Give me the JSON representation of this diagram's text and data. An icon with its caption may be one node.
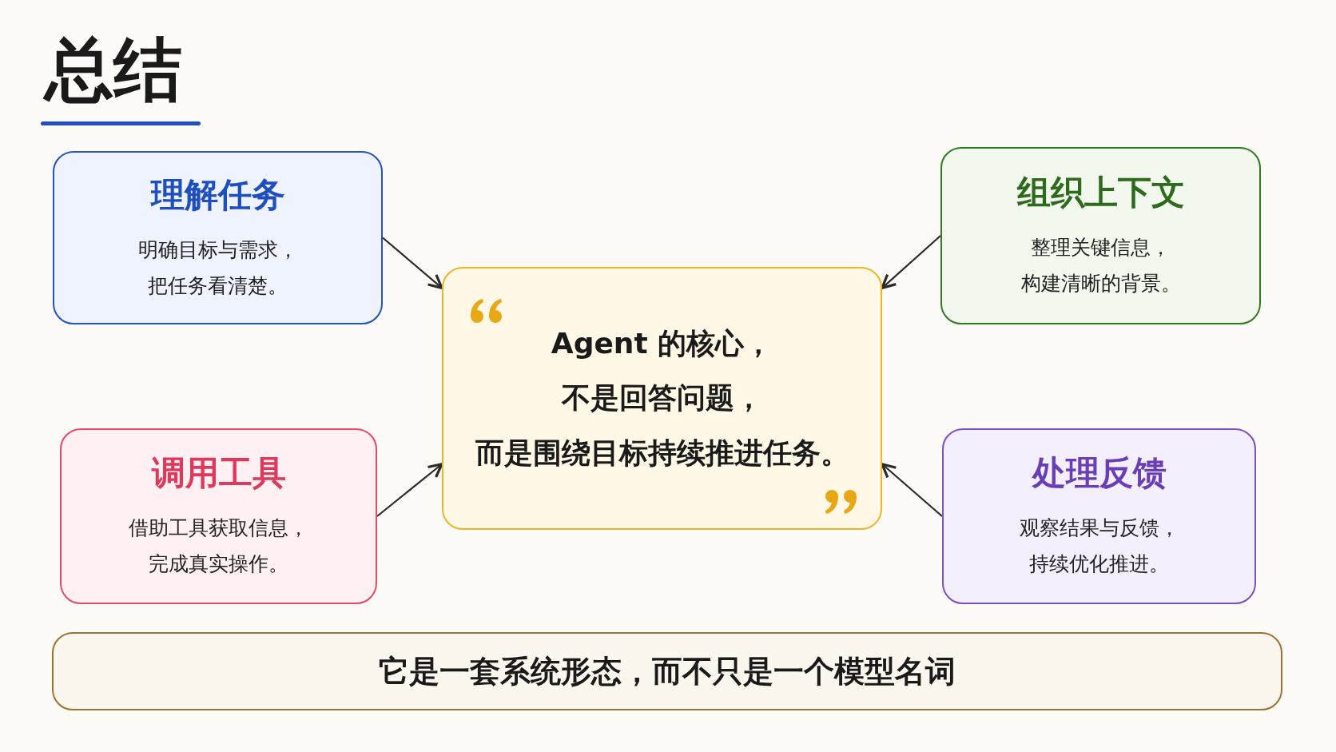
{
  "diagram": {
    "title": "总结",
    "nodes": [
      {
        "text": [
          "理解任务",
          "明确目标与需求，把任务看清楚。"
        ]
      },
      {
        "text": [
          "组织上下文",
          "整理关键信息，构建清晰的背景。"
        ]
      },
      {
        "text": [
          "Agent 的核心，不是回答问题，而是围绕目标持续推进任务。"
        ]
      },
      {
        "text": [
          "调用工具",
          "借助工具获取信息，完成真实操作。"
        ]
      },
      {
        "text": [
          "处理反馈",
          "观察结果与反馈，持续优化推进。"
        ]
      },
      {
        "text": [
          "它是一套系统形态，而不只是一个模型名词"
        ]
      }
    ],
    "edges": [
      {
        "from": 0,
        "to": 2,
        "arrow": "to"
      },
      {
        "from": 1,
        "to": 2,
        "arrow": "to"
      },
      {
        "from": 3,
        "to": 2,
        "arrow": "to"
      },
      {
        "from": 4,
        "to": 2,
        "arrow": "to"
      }
    ]
  }
}
